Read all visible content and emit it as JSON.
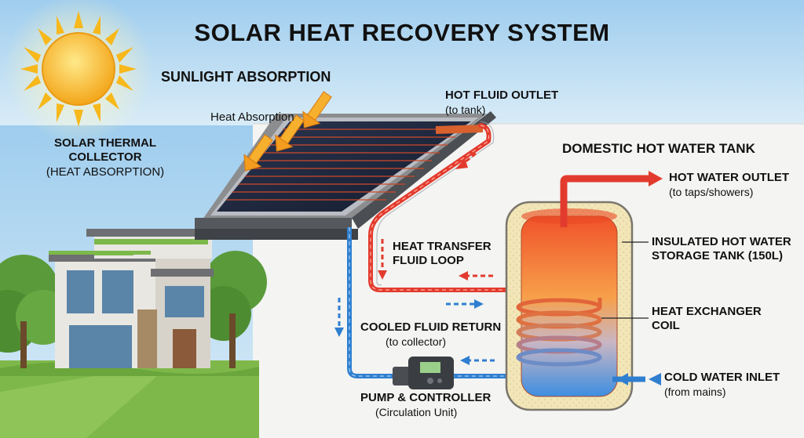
{
  "title": "SOLAR HEAT RECOVERY SYSTEM",
  "labels": {
    "sunlight_absorption": "SUNLIGHT ABSORPTION",
    "heat_absorption": "Heat Absorption",
    "collector_title_1": "SOLAR THERMAL",
    "collector_title_2": "COLLECTOR",
    "collector_sub": "(HEAT ABSORPTION)",
    "hot_fluid_outlet": "HOT FLUID OUTLET",
    "hot_fluid_outlet_sub": "(to tank)",
    "dhw_tank": "DOMESTIC HOT WATER TANK",
    "hot_water_outlet": "HOT WATER OUTLET",
    "hot_water_outlet_sub": "(to taps/showers)",
    "htf_loop_1": "HEAT TRANSFER",
    "htf_loop_2": "FLUID LOOP",
    "insulated_tank_1": "INSULATED HOT WATER",
    "insulated_tank_2": "STORAGE TANK (150L)",
    "hx_coil_1": "HEAT EXCHANGER",
    "hx_coil_2": "COIL",
    "cooled_return": "COOLED FLUID RETURN",
    "cooled_return_sub": "(to collector)",
    "cold_inlet": "COLD WATER INLET",
    "cold_inlet_sub": "(from mains)",
    "pump": "PUMP & CONTROLLER",
    "pump_sub": "(Circulation Unit)"
  },
  "colors": {
    "sky": "#a9d3ee",
    "hot": "#e23b2e",
    "cold": "#2f7fd0",
    "tank_jacket": "#f1e3b0",
    "grass": "#7fb84a",
    "sun": "#f7b81b"
  }
}
